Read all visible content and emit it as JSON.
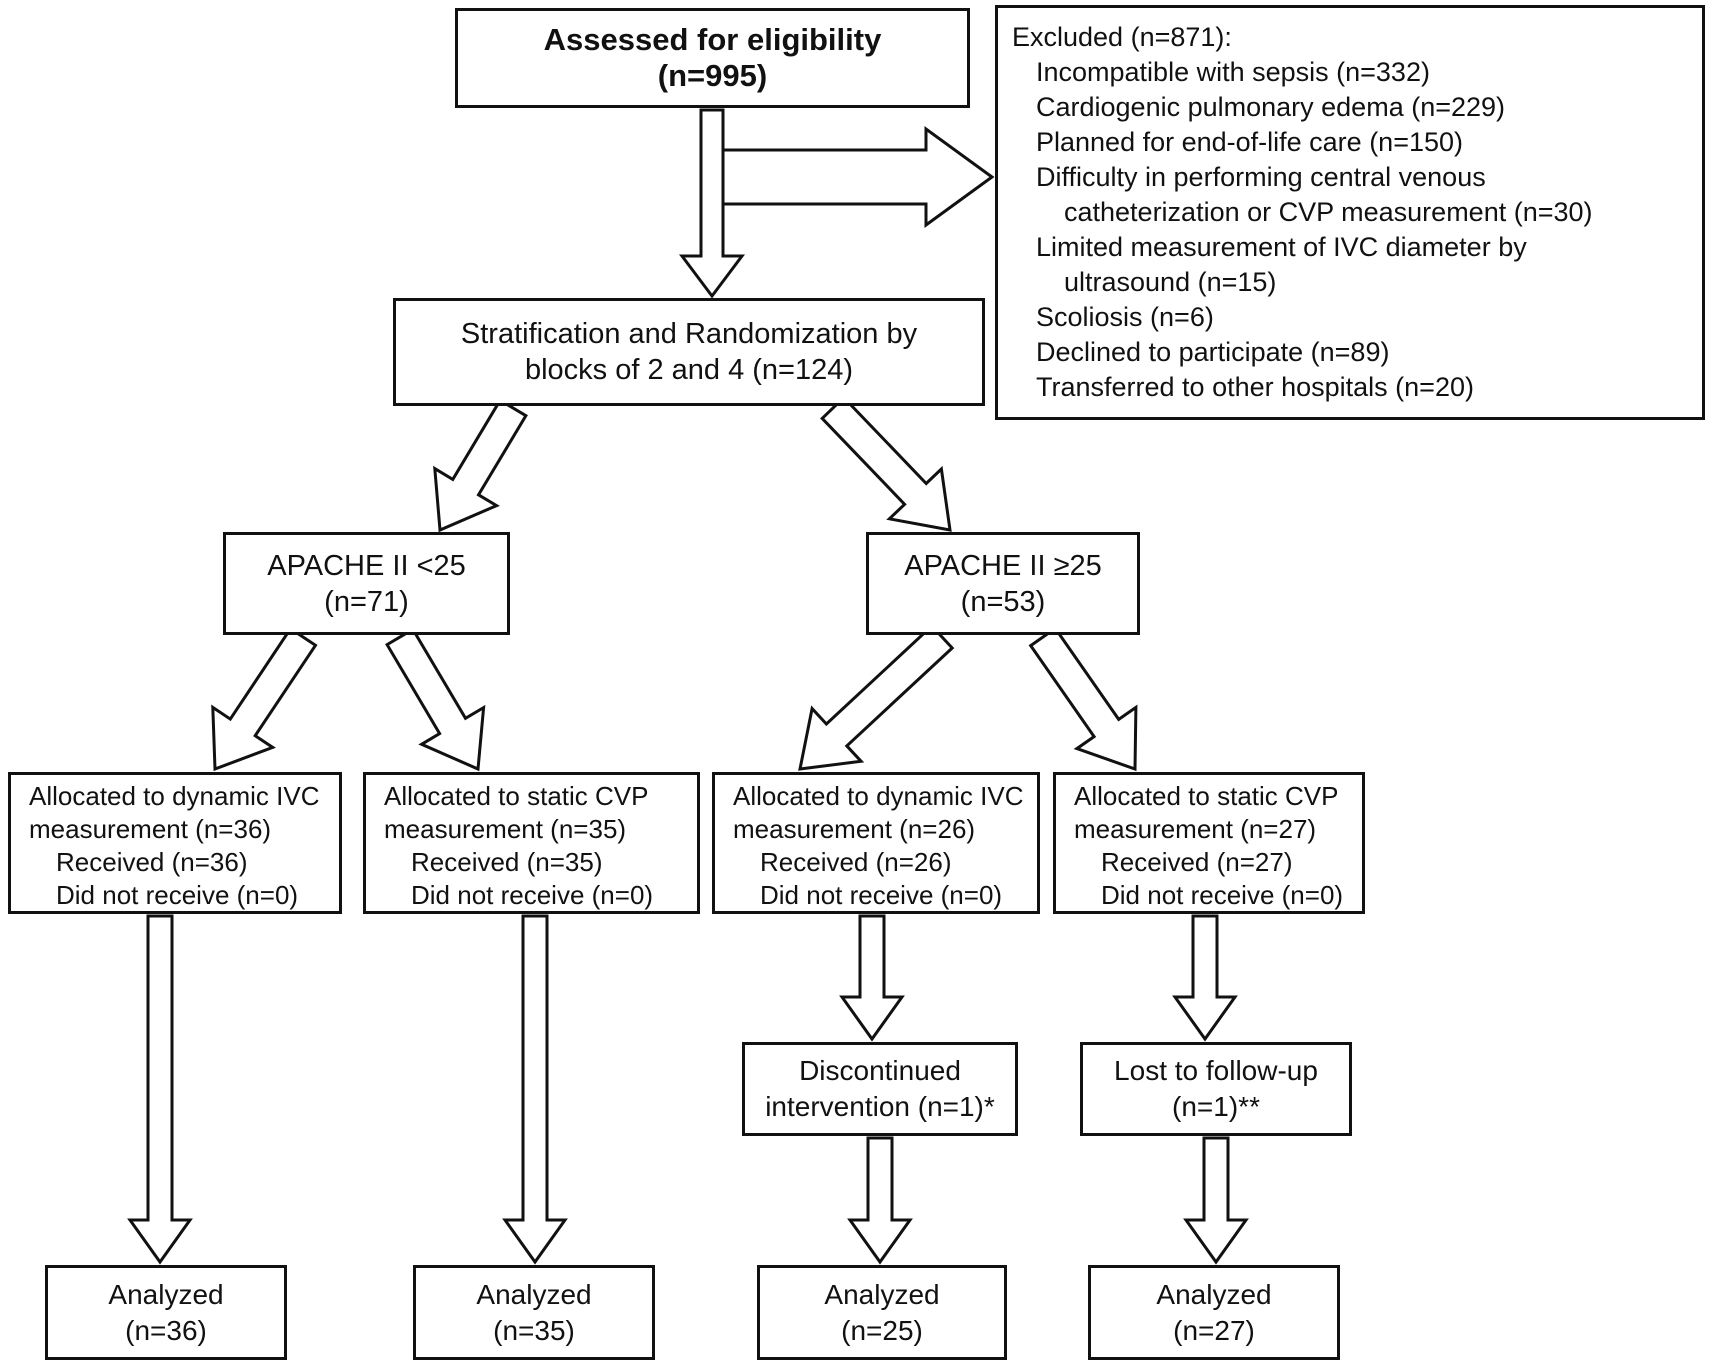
{
  "diagram": {
    "title": "CONSORT participant flow diagram",
    "colors": {
      "box_border": "#111111",
      "box_fill": "#ffffff",
      "text": "#111111",
      "background": "#ffffff"
    },
    "assessed": {
      "line1": "Assessed for eligibility",
      "line2": "(n=995)"
    },
    "excluded": {
      "lines": [
        "Excluded (n=871):",
        "Incompatible with sepsis (n=332)",
        "Cardiogenic pulmonary edema (n=229)",
        "Planned for end-of-life care (n=150)",
        "Difficulty in performing central venous",
        "catheterization or CVP measurement (n=30)",
        "Limited measurement of IVC diameter by",
        "ultrasound (n=15)",
        "Scoliosis (n=6)",
        "Declined to participate (n=89)",
        "Transferred to other hospitals (n=20)"
      ]
    },
    "randomization": {
      "line1": "Stratification and Randomization by",
      "line2": "blocks of 2 and 4 (n=124)"
    },
    "apache_low": {
      "line1": "APACHE II <25",
      "line2": "(n=71)"
    },
    "apache_high": {
      "line1": "APACHE II ≥25",
      "line2": "(n=53)"
    },
    "alloc": [
      {
        "l1": "Allocated to dynamic IVC",
        "l2": "measurement (n=36)",
        "l3": "Received (n=36)",
        "l4": "Did not receive (n=0)"
      },
      {
        "l1": "Allocated to static CVP",
        "l2": "measurement (n=35)",
        "l3": "Received (n=35)",
        "l4": "Did not receive (n=0)"
      },
      {
        "l1": "Allocated to dynamic IVC",
        "l2": "measurement (n=26)",
        "l3": "Received (n=26)",
        "l4": "Did not receive (n=0)"
      },
      {
        "l1": "Allocated to static CVP",
        "l2": "measurement (n=27)",
        "l3": "Received (n=27)",
        "l4": "Did not receive (n=0)"
      }
    ],
    "discontinued": {
      "line1": "Discontinued",
      "line2": "intervention (n=1)*"
    },
    "lost": {
      "line1": "Lost to follow-up",
      "line2": "(n=1)**"
    },
    "analyzed": [
      {
        "line1": "Analyzed",
        "line2": "(n=36)"
      },
      {
        "line1": "Analyzed",
        "line2": "(n=35)"
      },
      {
        "line1": "Analyzed",
        "line2": "(n=25)"
      },
      {
        "line1": "Analyzed",
        "line2": "(n=27)"
      }
    ]
  }
}
